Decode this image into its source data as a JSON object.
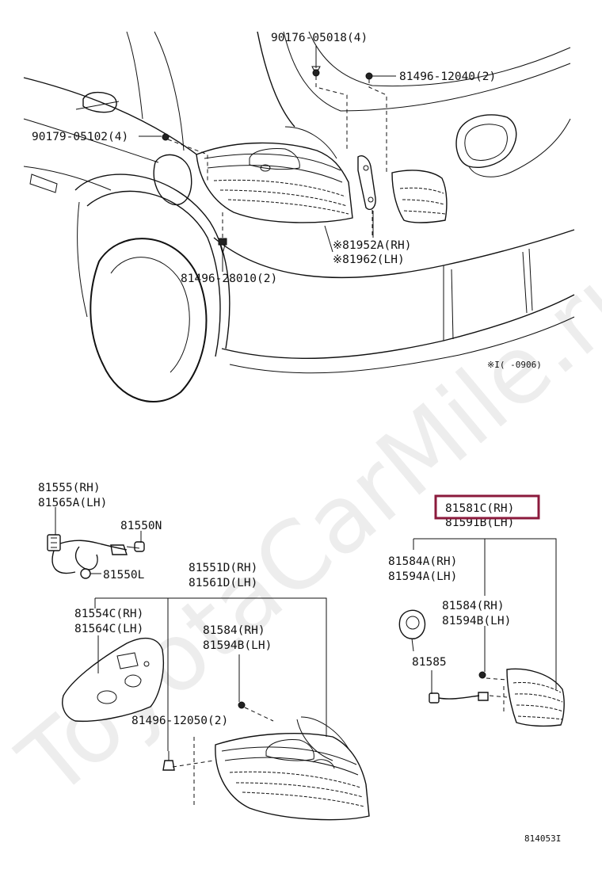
{
  "watermark": "ToyotaCarMile.ru",
  "figure_code": "814053I",
  "note": "※I(    -0906)",
  "top_section": {
    "labels": [
      {
        "id": "p90176",
        "text": "90176-05018(4)"
      },
      {
        "id": "p81496a",
        "text": "81496-12040(2)"
      },
      {
        "id": "p90179",
        "text": "90179-05102(4)"
      },
      {
        "id": "p81952",
        "text": "※81952A(RH)"
      },
      {
        "id": "p81962",
        "text": "※81962(LH)"
      },
      {
        "id": "p81496b",
        "text": "81496-28010(2)"
      }
    ]
  },
  "left_assembly": {
    "labels": [
      {
        "id": "p81555",
        "text": "81555(RH)"
      },
      {
        "id": "p81565",
        "text": "81565A(LH)"
      },
      {
        "id": "p81550n",
        "text": "81550N"
      },
      {
        "id": "p81550l",
        "text": "81550L"
      },
      {
        "id": "p81551",
        "text": "81551D(RH)"
      },
      {
        "id": "p81561",
        "text": "81561D(LH)"
      },
      {
        "id": "p81554",
        "text": "81554C(RH)"
      },
      {
        "id": "p81564",
        "text": "81564C(LH)"
      },
      {
        "id": "p81584l",
        "text": "81584(RH)"
      },
      {
        "id": "p81594l",
        "text": "81594B(LH)"
      },
      {
        "id": "p81496c",
        "text": "81496-12050(2)"
      }
    ]
  },
  "right_assembly": {
    "highlighted": "81581C(RH)",
    "labels": [
      {
        "id": "p81591",
        "text": "81591B(LH)"
      },
      {
        "id": "p81584a",
        "text": "81584A(RH)"
      },
      {
        "id": "p81594a",
        "text": "81594A(LH)"
      },
      {
        "id": "p81584r",
        "text": "81584(RH)"
      },
      {
        "id": "p81594r",
        "text": "81594B(LH)"
      },
      {
        "id": "p81585",
        "text": "81585"
      }
    ]
  },
  "colors": {
    "highlight": "#8b1a3c",
    "line": "#111111",
    "watermark": "#d9d9d9"
  }
}
